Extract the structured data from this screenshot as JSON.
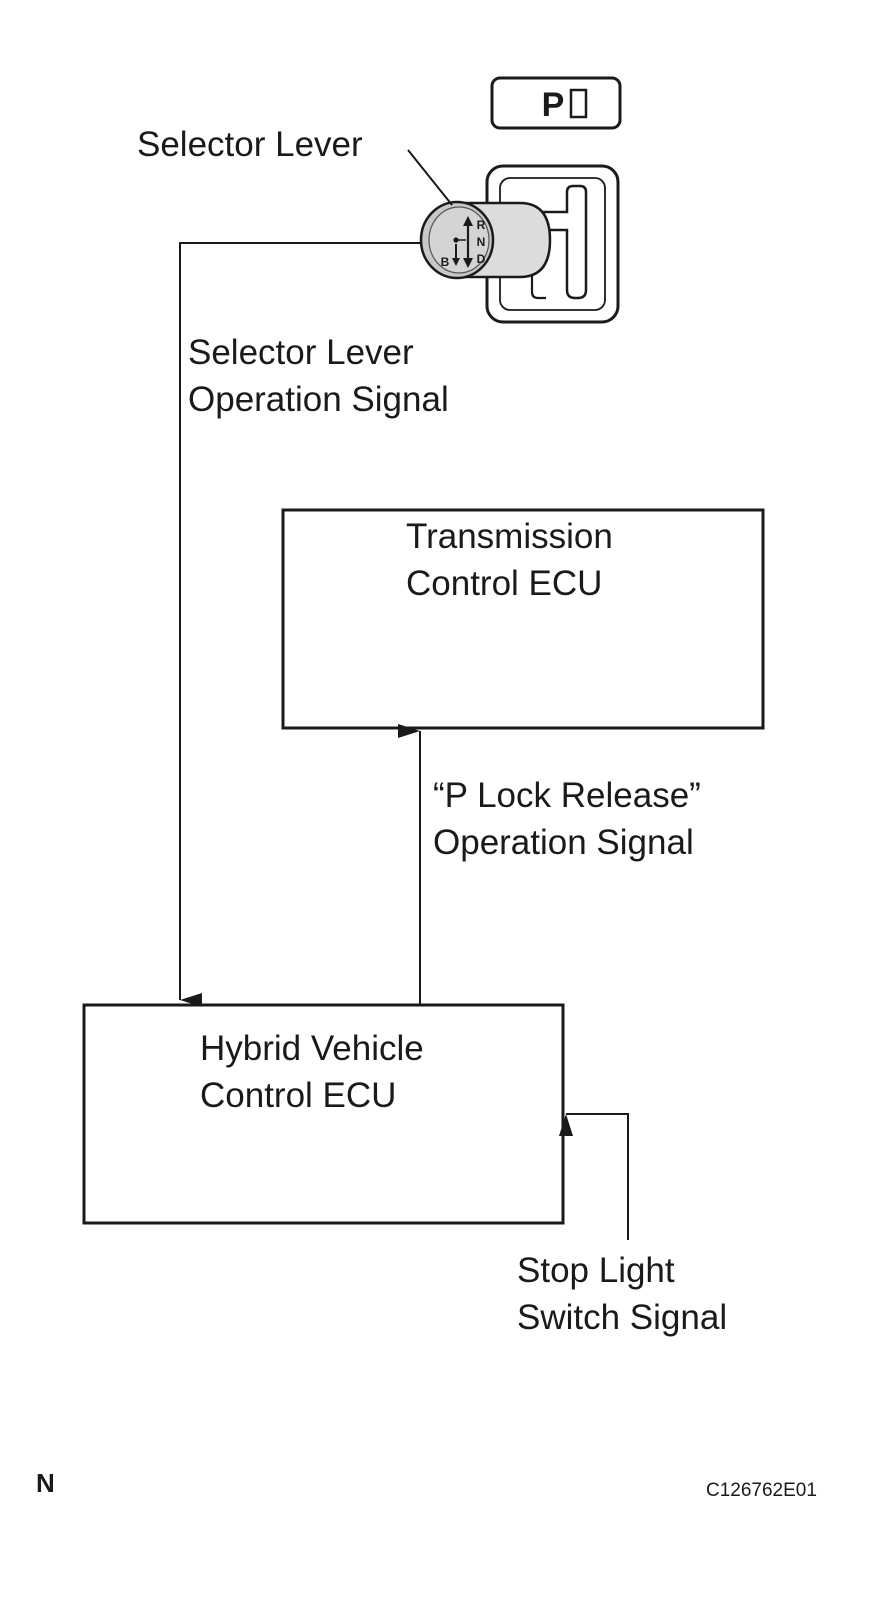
{
  "indicator": {
    "text": "P"
  },
  "lever_knob": {
    "letters": [
      "R",
      "N",
      "D",
      "B"
    ]
  },
  "labels": {
    "selector_lever": "Selector Lever",
    "selector_signal": [
      "Selector Lever",
      "Operation Signal"
    ],
    "transmission_ecu": [
      "Transmission",
      "Control ECU"
    ],
    "p_lock_signal": [
      "“P Lock Release”",
      "Operation Signal"
    ],
    "hybrid_ecu": [
      "Hybrid Vehicle",
      "Control ECU"
    ],
    "stop_light_signal": [
      "Stop Light",
      "Switch Signal"
    ]
  },
  "footer": {
    "left_mark": "N",
    "code": "C126762E01"
  }
}
